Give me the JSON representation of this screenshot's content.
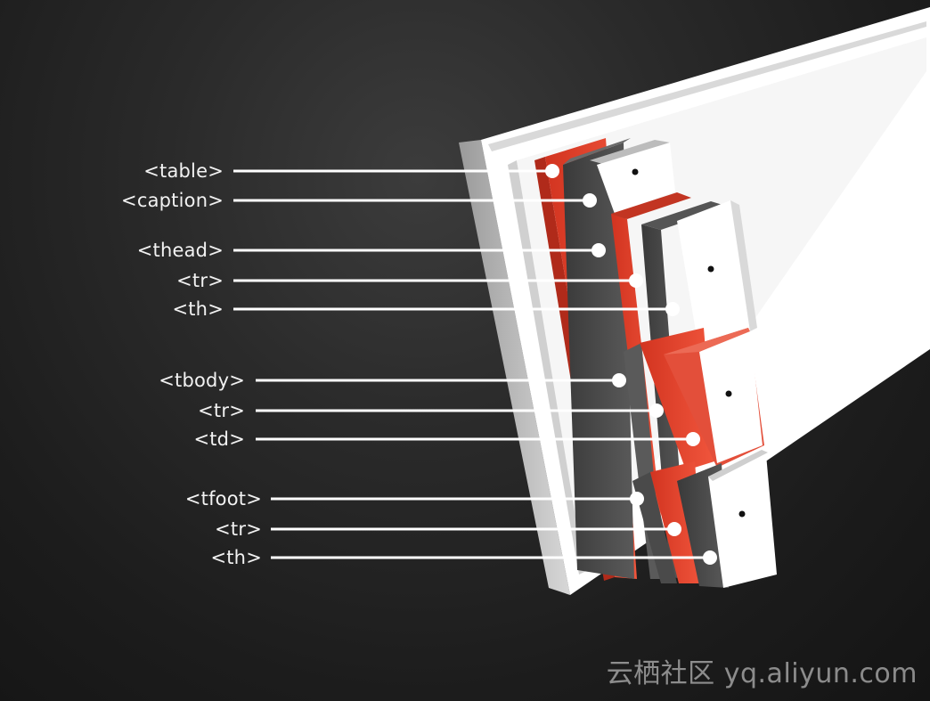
{
  "diagram": {
    "labels": [
      {
        "id": "table",
        "text": "<table>"
      },
      {
        "id": "caption",
        "text": "<caption>"
      },
      {
        "id": "thead",
        "text": "<thead>"
      },
      {
        "id": "thead-tr",
        "text": "<tr>"
      },
      {
        "id": "thead-th",
        "text": "<th>"
      },
      {
        "id": "tbody",
        "text": "<tbody>"
      },
      {
        "id": "tbody-tr",
        "text": "<tr>"
      },
      {
        "id": "tbody-td",
        "text": "<td>"
      },
      {
        "id": "tfoot",
        "text": "<tfoot>"
      },
      {
        "id": "tfoot-tr",
        "text": "<tr>"
      },
      {
        "id": "tfoot-th",
        "text": "<th>"
      }
    ],
    "colors": {
      "background": "#1c1c1c",
      "panel": "#ffffff",
      "accent_red": "#e23b26",
      "dark_slab": "#4a4a4a",
      "leader_line": "#ffffff"
    }
  },
  "watermark": "云栖社区 yq.aliyun.com"
}
